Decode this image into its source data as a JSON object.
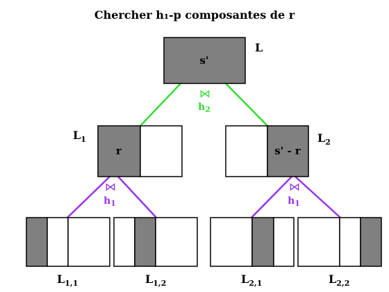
{
  "title": "Chercher h₁-p composantes de r",
  "colors": {
    "gray": "#808080",
    "green": "#33dd33",
    "purple": "#9933ee",
    "stroke": "#000000",
    "white": "#ffffff"
  },
  "nodes": {
    "root": {
      "text": "s'",
      "label": "L"
    },
    "left": {
      "text": "r",
      "label_main": "L",
      "label_sub": "1"
    },
    "right": {
      "text": "s' - r",
      "label_main": "L",
      "label_sub": "2"
    }
  },
  "joins": {
    "top": {
      "symbol": "⋈",
      "h": "h",
      "h_sub": "2"
    },
    "left": {
      "symbol": "⋈",
      "h": "h",
      "h_sub": "1"
    },
    "right": {
      "symbol": "⋈",
      "h": "h",
      "h_sub": "1"
    }
  },
  "leaves": [
    {
      "label_main": "L",
      "label_sub": "1,1"
    },
    {
      "label_main": "L",
      "label_sub": "1,2"
    },
    {
      "label_main": "L",
      "label_sub": "2,1"
    },
    {
      "label_main": "L",
      "label_sub": "2,2"
    }
  ]
}
